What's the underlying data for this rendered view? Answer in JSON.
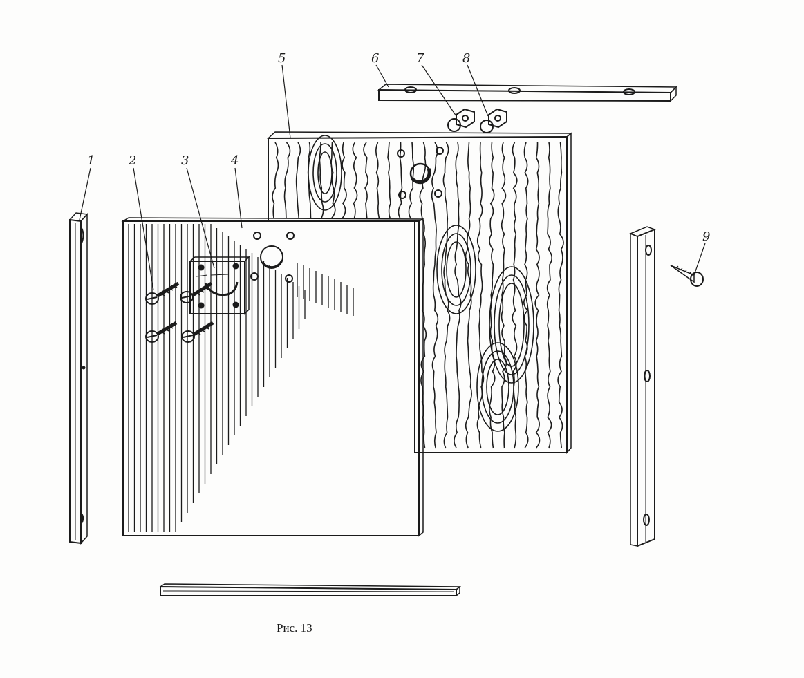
{
  "figure": {
    "caption": "Рис. 13",
    "callouts": [
      "1",
      "2",
      "3",
      "4",
      "5",
      "6",
      "7",
      "8",
      "9"
    ]
  }
}
